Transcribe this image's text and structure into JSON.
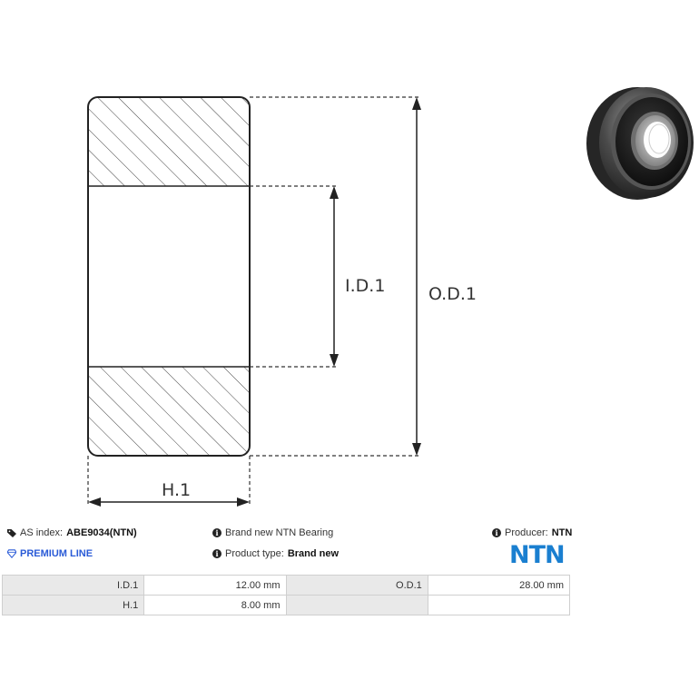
{
  "drawing": {
    "id_label": "I.D.1",
    "od_label": "O.D.1",
    "h_label": "H.1"
  },
  "photo": {
    "icon": "bearing-photo"
  },
  "info": {
    "as_index_label": "AS index:",
    "as_index_value": "ABE9034(NTN)",
    "premium_line": "PREMIUM LINE",
    "brand_new_text": "Brand new NTN Bearing",
    "product_type_label": "Product type:",
    "product_type_value": "Brand new",
    "producer_label": "Producer:",
    "producer_value": "NTN",
    "logo_text": "NTN",
    "logo_color": "#1a7fd0",
    "premium_color": "#2a5bd7"
  },
  "specs": {
    "rows": [
      {
        "label1": "I.D.1",
        "value1": "12.00 mm",
        "label2": "O.D.1",
        "value2": "28.00 mm"
      },
      {
        "label1": "H.1",
        "value1": "8.00 mm",
        "label2": "",
        "value2": ""
      }
    ]
  }
}
